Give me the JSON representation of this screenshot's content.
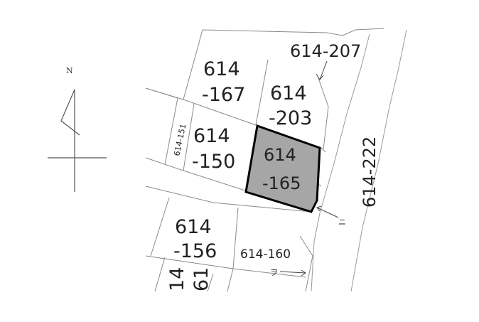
{
  "compass": {
    "north_label": "N"
  },
  "subject_parcel": {
    "line1": "614",
    "line2": "-165",
    "fill_color": "#a6a6a6"
  },
  "parcels": {
    "p167": {
      "line1": "614",
      "line2": "-167"
    },
    "p203": {
      "line1": "614",
      "line2": "-203"
    },
    "p150": {
      "line1": "614",
      "line2": "-150"
    },
    "p156": {
      "line1": "614",
      "line2": "-156"
    },
    "p151": {
      "label": "614-151"
    },
    "p207": {
      "label": "614-207"
    },
    "p222": {
      "label": "614-222"
    },
    "p160": {
      "label": "614-160"
    },
    "p161_partial": {
      "line1": "14",
      "line2": "61"
    }
  },
  "markers": {
    "ni": "ニ",
    "yo": "ヲ"
  }
}
